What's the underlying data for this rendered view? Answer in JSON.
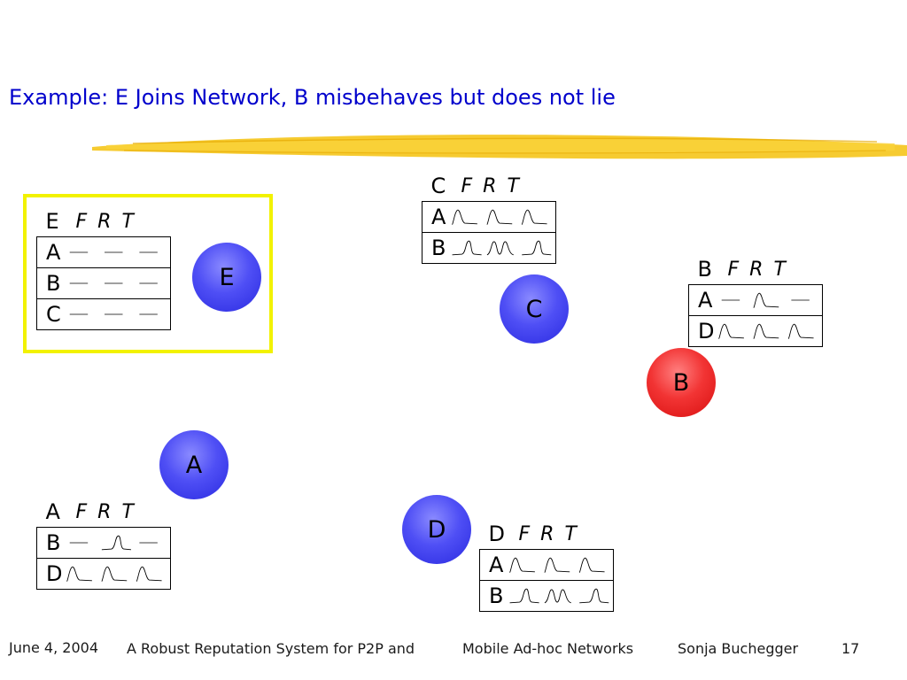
{
  "slide": {
    "title": "Example: E Joins Network, B misbehaves but does not lie",
    "accent_color": "#0000cc",
    "highlight_color": "#f2f200",
    "swoosh_color": "#f4c20d"
  },
  "tables": {
    "E": {
      "owner": "E",
      "cols": [
        "F",
        "R",
        "T"
      ],
      "rows": [
        {
          "node": "A",
          "pattern": [
            "flat",
            "flat",
            "flat"
          ]
        },
        {
          "node": "B",
          "pattern": [
            "flat",
            "flat",
            "flat"
          ]
        },
        {
          "node": "C",
          "pattern": [
            "flat",
            "flat",
            "flat"
          ]
        }
      ]
    },
    "C": {
      "owner": "C",
      "cols": [
        "F",
        "R",
        "T"
      ],
      "rows": [
        {
          "node": "A",
          "pattern": [
            "decay",
            "decay",
            "decay"
          ]
        },
        {
          "node": "B",
          "pattern": [
            "bump",
            "spike",
            "bump"
          ]
        }
      ]
    },
    "B": {
      "owner": "B",
      "cols": [
        "F",
        "R",
        "T"
      ],
      "rows": [
        {
          "node": "A",
          "pattern": [
            "flat",
            "decay",
            "flat"
          ]
        },
        {
          "node": "D",
          "pattern": [
            "decay",
            "decay",
            "decay"
          ]
        }
      ]
    },
    "A": {
      "owner": "A",
      "cols": [
        "F",
        "R",
        "T"
      ],
      "rows": [
        {
          "node": "B",
          "pattern": [
            "flat",
            "bump",
            "flat"
          ]
        },
        {
          "node": "D",
          "pattern": [
            "decay",
            "decay",
            "decay"
          ]
        }
      ]
    },
    "D": {
      "owner": "D",
      "cols": [
        "F",
        "R",
        "T"
      ],
      "rows": [
        {
          "node": "A",
          "pattern": [
            "decay",
            "decay",
            "decay"
          ]
        },
        {
          "node": "B",
          "pattern": [
            "bump",
            "spike",
            "bump"
          ]
        }
      ]
    }
  },
  "nodes": {
    "E": {
      "label": "E",
      "color": "blue"
    },
    "C": {
      "label": "C",
      "color": "blue"
    },
    "B": {
      "label": "B",
      "color": "red"
    },
    "A": {
      "label": "A",
      "color": "blue"
    },
    "D": {
      "label": "D",
      "color": "blue"
    }
  },
  "footer": {
    "date": "June 4, 2004",
    "title_part1": "A Robust Reputation System for P2P and",
    "title_part2": "Mobile Ad-hoc Networks",
    "author": "Sonja Buchegger",
    "page": "17"
  }
}
